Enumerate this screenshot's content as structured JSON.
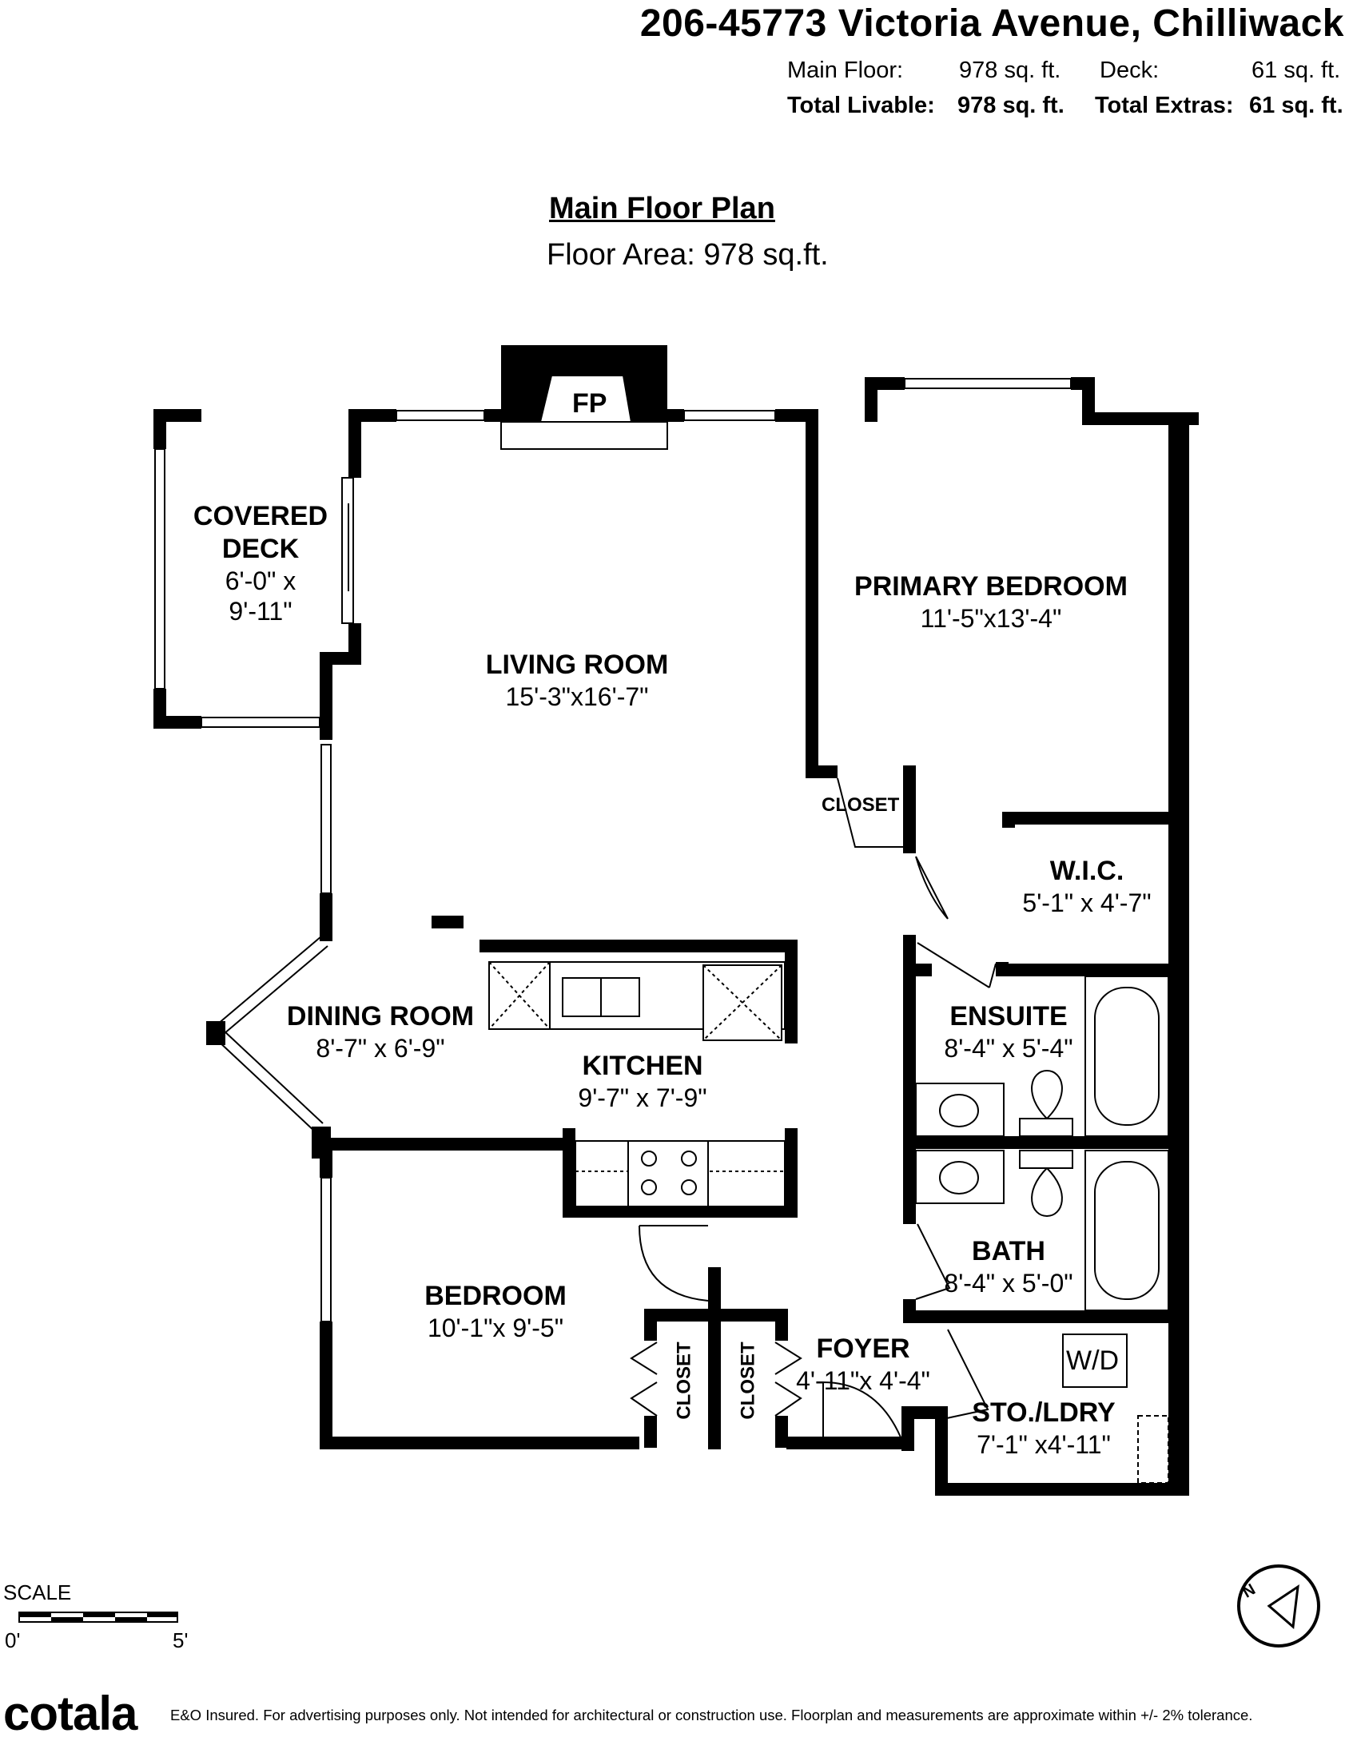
{
  "header": {
    "address": "206-45773 Victoria Avenue, Chilliwack",
    "main_floor_label": "Main Floor:",
    "main_floor_value": "978 sq. ft.",
    "deck_label": "Deck:",
    "deck_value": "61 sq. ft.",
    "total_livable_label": "Total Livable:",
    "total_livable_value": "978 sq. ft.",
    "total_extras_label": "Total Extras:",
    "total_extras_value": "61 sq. ft."
  },
  "plan": {
    "heading": "Main Floor Plan",
    "floor_area": "Floor Area: 978 sq.ft."
  },
  "rooms": {
    "covered_deck": {
      "name_1": "COVERED",
      "name_2": "DECK",
      "dim_1": "6'-0\" x",
      "dim_2": "9'-11\""
    },
    "living_room": {
      "name": "LIVING ROOM",
      "dim": "15'-3\"x16'-7\""
    },
    "primary_bedroom": {
      "name": "PRIMARY BEDROOM",
      "dim": "11'-5\"x13'-4\""
    },
    "wic": {
      "name": "W.I.C.",
      "dim": "5'-1\" x 4'-7\""
    },
    "ensuite": {
      "name": "ENSUITE",
      "dim": "8'-4\" x 5'-4\""
    },
    "bath": {
      "name": "BATH",
      "dim": "8'-4\" x 5'-0\""
    },
    "dining_room": {
      "name": "DINING ROOM",
      "dim": "8'-7\" x 6'-9\""
    },
    "kitchen": {
      "name": "KITCHEN",
      "dim": "9'-7\" x 7'-9\""
    },
    "bedroom": {
      "name": "BEDROOM",
      "dim": "10'-1\"x 9'-5\""
    },
    "foyer": {
      "name": "FOYER",
      "dim": "4'-11\"x 4'-4\""
    },
    "storage_laundry": {
      "name": "STO./LDRY",
      "dim": "7'-1\" x4'-11\""
    },
    "closet": "CLOSET",
    "fireplace": "FP",
    "washer_dryer": "W/D"
  },
  "scale": {
    "label": "SCALE",
    "start": "0'",
    "end": "5'"
  },
  "footer": {
    "brand": "cotala",
    "disclaimer": "E&O Insured. For advertising purposes only. Not intended for architectural or construction use. Floorplan and measurements are approximate within +/- 2% tolerance."
  }
}
